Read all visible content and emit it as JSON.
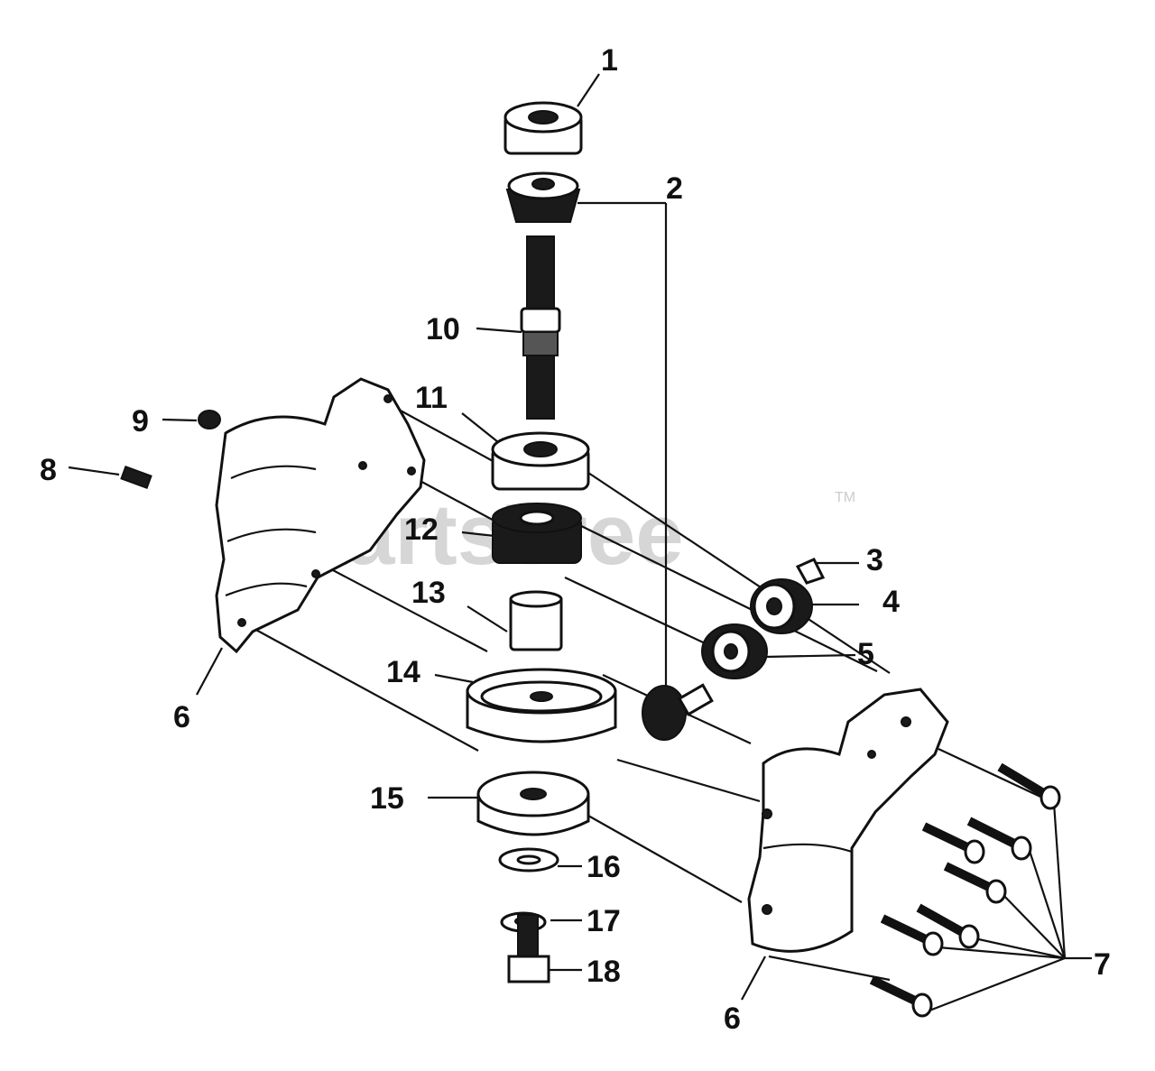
{
  "watermark": {
    "text": "PartsTree",
    "tm": "TM"
  },
  "labels": [
    {
      "id": "1",
      "text": "1"
    },
    {
      "id": "2",
      "text": "2"
    },
    {
      "id": "3",
      "text": "3"
    },
    {
      "id": "4",
      "text": "4"
    },
    {
      "id": "5",
      "text": "5"
    },
    {
      "id": "6a",
      "text": "6"
    },
    {
      "id": "6b",
      "text": "6"
    },
    {
      "id": "7",
      "text": "7"
    },
    {
      "id": "8",
      "text": "8"
    },
    {
      "id": "9",
      "text": "9"
    },
    {
      "id": "10",
      "text": "10"
    },
    {
      "id": "11",
      "text": "11"
    },
    {
      "id": "12",
      "text": "12"
    },
    {
      "id": "13",
      "text": "13"
    },
    {
      "id": "14",
      "text": "14"
    },
    {
      "id": "15",
      "text": "15"
    },
    {
      "id": "16",
      "text": "16"
    },
    {
      "id": "17",
      "text": "17"
    },
    {
      "id": "18",
      "text": "18"
    }
  ]
}
